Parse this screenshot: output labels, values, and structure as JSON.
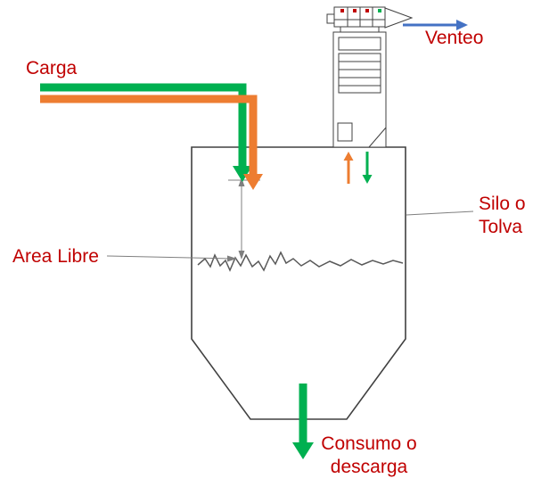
{
  "labels": {
    "carga": "Carga",
    "venteo": "Venteo",
    "silo_line1": "Silo o",
    "silo_line2": "Tolva",
    "area_libre": "Area Libre",
    "consumo_line1": "Consumo o",
    "consumo_line2": "descarga"
  },
  "colors": {
    "label_text": "#C00000",
    "flow_green": "#00B050",
    "flow_orange": "#ED7D31",
    "vent_blue": "#4472C4",
    "outline_dark": "#404040",
    "dimension_gray": "#7F7F7F",
    "material_line": "#595959",
    "detail_red": "#C00000",
    "detail_green": "#00B050"
  },
  "icons": {
    "carga_green_arrow": "elbow-arrow-down-thick",
    "carga_orange_arrow": "elbow-arrow-down-thick",
    "venteo_arrow": "arrow-right",
    "airflow_up_arrow": "arrow-up-small",
    "dust_return_arrow": "arrow-down-small",
    "discharge_arrow": "arrow-down-thick",
    "free_area_dimension": "double-headed-vertical-arrow",
    "area_libre_leader": "leader-arrow-right",
    "silo_leader": "leader-line"
  }
}
